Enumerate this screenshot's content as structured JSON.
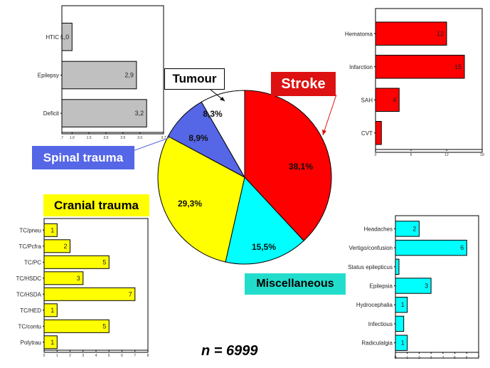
{
  "sample_size_label": "n = 6999",
  "categories": {
    "tumour": "Tumour",
    "stroke": "Stroke",
    "spinal_trauma": "Spinal trauma",
    "cranial_trauma": "Cranial trauma",
    "miscellaneous": "Miscellaneous"
  },
  "colors": {
    "stroke": "#ff0000",
    "stroke_label_bg": "#dd1111",
    "miscellaneous": "#00ffff",
    "miscellaneous_label_bg": "#22ddcc",
    "cranial_trauma": "#ffff00",
    "spinal_trauma": "#5566e6",
    "tumour": "#ffffff",
    "tumour_bars": "#c0c0c0"
  },
  "chart_data": [
    {
      "id": "pie",
      "type": "pie",
      "title": "",
      "slices": [
        {
          "name": "Stroke",
          "value": 38.1,
          "label": "38,1%",
          "color": "#ff0000"
        },
        {
          "name": "Miscellaneous",
          "value": 15.5,
          "label": "15,5%",
          "color": "#00ffff"
        },
        {
          "name": "Cranial trauma",
          "value": 29.3,
          "label": "29,3%",
          "color": "#ffff00"
        },
        {
          "name": "Spinal trauma",
          "value": 8.9,
          "label": "8,9%",
          "color": "#5566e6"
        },
        {
          "name": "Tumour",
          "value": 8.3,
          "label": "8,3%",
          "color": "#ffffff"
        }
      ],
      "start_angle_deg": 0,
      "direction": "clockwise"
    },
    {
      "id": "tumour-bars",
      "type": "bar",
      "orientation": "horizontal",
      "categories": [
        "HTIC",
        "Epilepsy",
        "Deficit"
      ],
      "values": [
        1.0,
        2.9,
        3.2
      ],
      "value_labels": [
        "1,0",
        "2,9",
        "3,2"
      ],
      "xlim": [
        0.7,
        3.7
      ],
      "xticks": [
        0.7,
        1.0,
        1.5,
        2.0,
        2.5,
        3.0,
        3.7
      ],
      "xtick_labels": [
        ".7",
        "1.0",
        "1.5",
        "2.0",
        "2.5",
        "3.0",
        "3.7"
      ],
      "color": "#c0c0c0",
      "grid": false
    },
    {
      "id": "stroke-bars",
      "type": "bar",
      "orientation": "horizontal",
      "categories": [
        "Hematoma",
        "Infarction",
        "SAH",
        "CVT"
      ],
      "values": [
        12,
        15,
        4,
        1
      ],
      "value_labels": [
        "12",
        "15",
        "4",
        ""
      ],
      "xlim": [
        0,
        18
      ],
      "xticks": [
        0,
        6,
        12,
        18
      ],
      "xtick_labels": [
        "0",
        "6",
        "12",
        "18"
      ],
      "color": "#ff0000",
      "grid": false
    },
    {
      "id": "cranial-bars",
      "type": "bar",
      "orientation": "horizontal",
      "categories": [
        "TC/pneu",
        "TC/Pcfra",
        "TC/PC",
        "TC/HSDC",
        "TC/HSDA",
        "TC/HED",
        "TC/contu",
        "Polytrau"
      ],
      "values": [
        1,
        2,
        5,
        3,
        7,
        1,
        5,
        1
      ],
      "value_labels": [
        "1",
        "2",
        "5",
        "3",
        "7",
        "1",
        "5",
        "1"
      ],
      "xlim": [
        0,
        8
      ],
      "xticks": [
        0,
        1,
        2,
        3,
        4,
        5,
        6,
        7,
        8
      ],
      "xtick_labels": [
        "0",
        "1",
        "2",
        "3",
        "4",
        "5",
        "6",
        "7",
        "8"
      ],
      "color": "#ffff00",
      "grid": false
    },
    {
      "id": "misc-bars",
      "type": "bar",
      "orientation": "horizontal",
      "categories": [
        "Headaches",
        "Vertigo/confusion",
        "Status epilepticus",
        "Epilepsia",
        "Hydrocephalia",
        "Infectious",
        "Radiculalgia"
      ],
      "values": [
        2,
        6,
        0.3,
        3,
        1,
        0.7,
        1
      ],
      "value_labels": [
        "2",
        "6",
        "",
        "3",
        "1",
        "",
        "1"
      ],
      "xlim": [
        0,
        7
      ],
      "xticks": [
        0,
        1,
        2,
        3,
        4,
        5,
        6,
        7
      ],
      "xtick_labels": [
        "0",
        "1",
        "2",
        "3",
        "4",
        "5",
        "6",
        "7"
      ],
      "color": "#00ffff",
      "grid": false
    }
  ]
}
